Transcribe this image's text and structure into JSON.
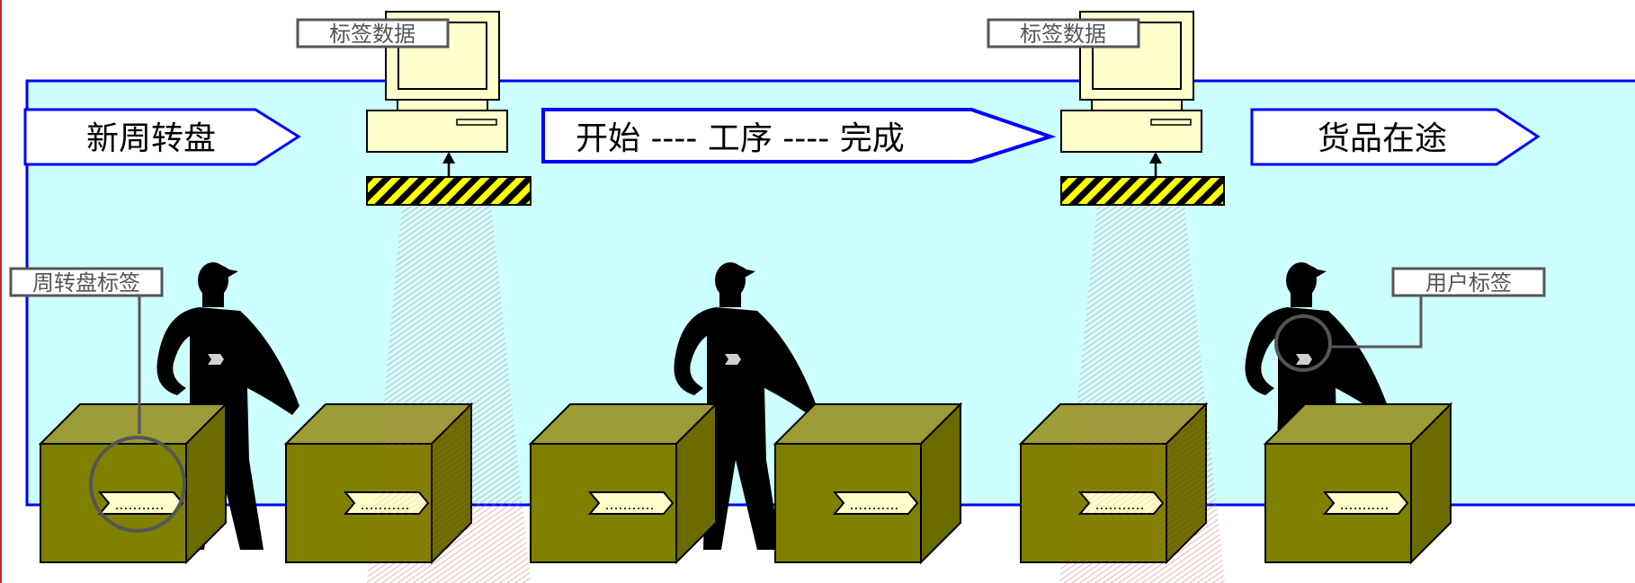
{
  "stages": {
    "new_tray": "新周转盘",
    "process": "开始 ---- 工序 ---- 完成",
    "in_transit": "货品在途"
  },
  "callouts": {
    "tag_data_left": "标签数据",
    "tag_data_right": "标签数据",
    "tray_tag": "周转盘标签",
    "user_tag": "用户标签"
  },
  "colors": {
    "background_panel": "#ccffff",
    "panel_border": "#0000ff",
    "box_front": "#808000",
    "box_top": "#9c9c38",
    "box_side": "#6b6b00",
    "computer": "#ffffcc",
    "reader_stripe": "#ffff00",
    "rf_beam": "#e07070",
    "callout_border": "#555555"
  },
  "icons": [
    "computer-icon",
    "rfid-reader-icon",
    "worker-silhouette-icon",
    "box-icon",
    "tag-icon"
  ]
}
